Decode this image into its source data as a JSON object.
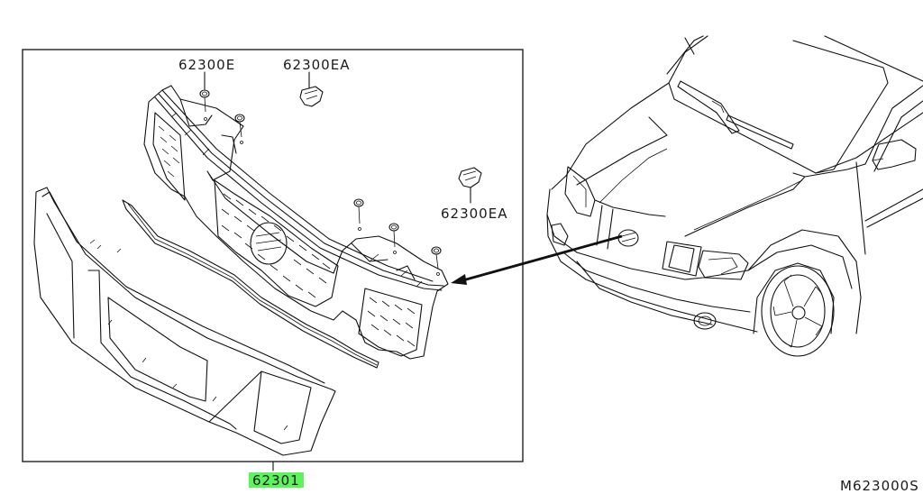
{
  "diagram": {
    "diagram_code": "M623000S",
    "callouts": [
      {
        "part_number": "62300E",
        "description": "clip"
      },
      {
        "part_number": "62300EA",
        "description": "clip"
      },
      {
        "part_number": "62300EA",
        "description": "clip"
      },
      {
        "part_number": "62301",
        "description": "front grille",
        "highlighted": true
      }
    ],
    "highlight_color": "#5ef25e",
    "line_color": "#111111"
  }
}
